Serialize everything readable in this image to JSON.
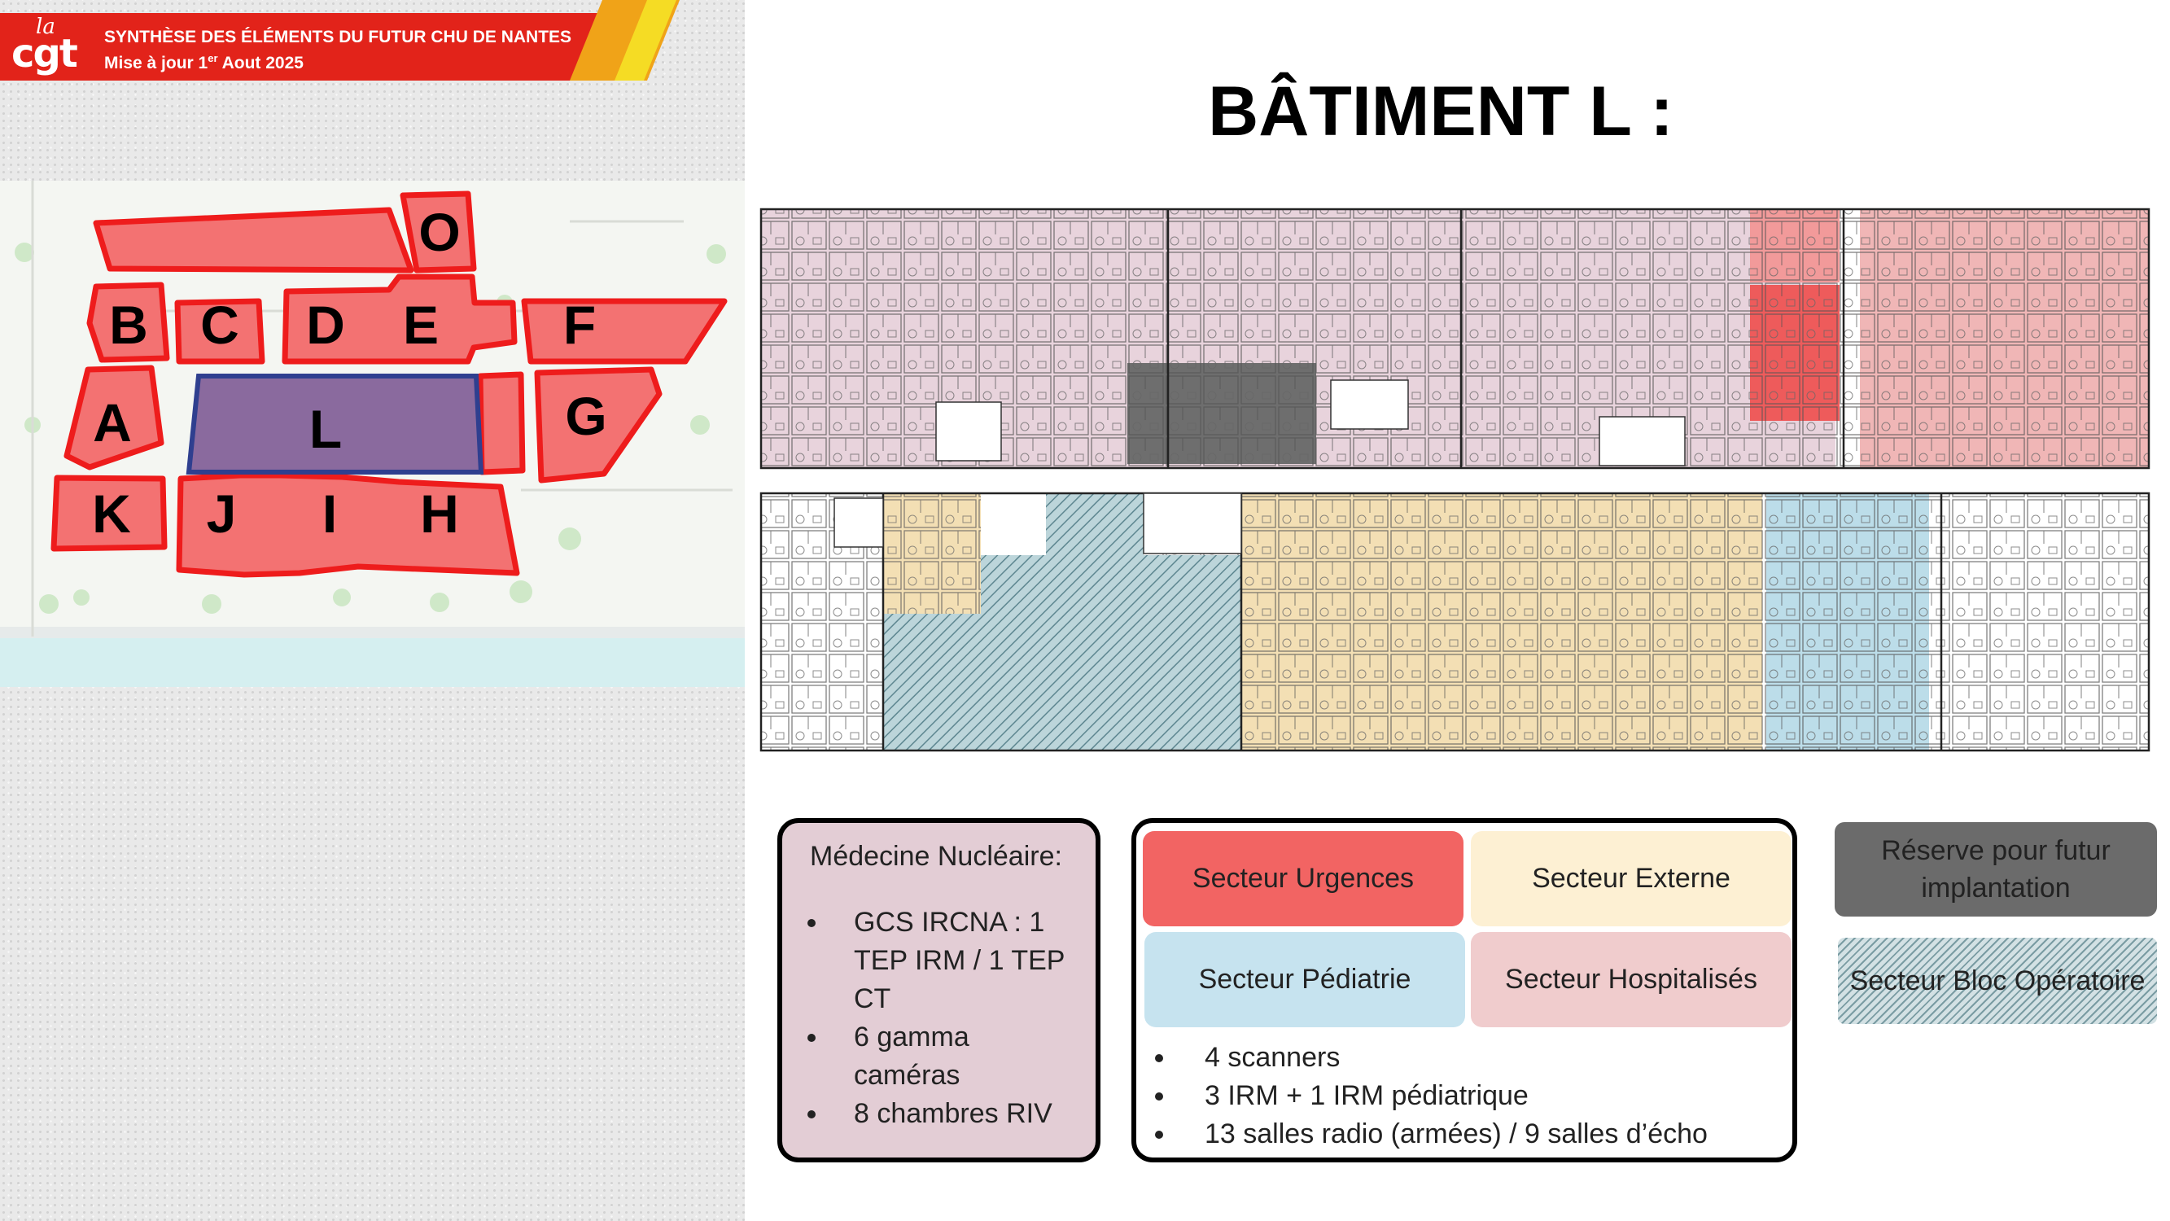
{
  "header": {
    "logo_small": "la",
    "logo_main": "cgt",
    "title": "SYNTHÈSE DES ÉLÉMENTS DU FUTUR CHU DE NANTES",
    "subtitle_prefix": "Mise à jour 1",
    "subtitle_sup": "er",
    "subtitle_suffix": " Aout 2025"
  },
  "site_map": {
    "buildings": [
      "O",
      "B",
      "C",
      "D",
      "E",
      "F",
      "A",
      "L",
      "G",
      "K",
      "J",
      "I",
      "H"
    ],
    "highlighted_building": "L",
    "colors": {
      "building": "#f37272",
      "building_border": "#ee1c1c",
      "highlight": "#8a6a9e",
      "highlight_border": "#2f3f8f"
    }
  },
  "main_title": "BÂTIMENT L :",
  "nuclear_medicine": {
    "title": "Médecine Nucléaire:",
    "items": [
      "GCS IRCNA : 1 TEP IRM / 1 TEP CT",
      "6 gamma caméras",
      "8 chambres RIV"
    ]
  },
  "sectors": {
    "urgences": "Secteur Urgences",
    "externe": "Secteur Externe",
    "pediatrie": "Secteur Pédiatrie",
    "hospitalises": "Secteur Hospitalisés",
    "stats": [
      "4 scanners",
      "3 IRM + 1 IRM pédiatrique",
      "13 salles radio (armées) / 9 salles d’écho"
    ]
  },
  "reserve": "Réserve pour futur implantation",
  "bloc": "Secteur Bloc Opératoire",
  "colors": {
    "urgences": "#f26463",
    "externe": "#fdf0d3",
    "pediatrie": "#c6e3ef",
    "hospitalises": "#f0cccd",
    "nuclear": "#e3cdd5",
    "reserve": "#6b6b6b",
    "cgt_red": "#e2231a"
  }
}
